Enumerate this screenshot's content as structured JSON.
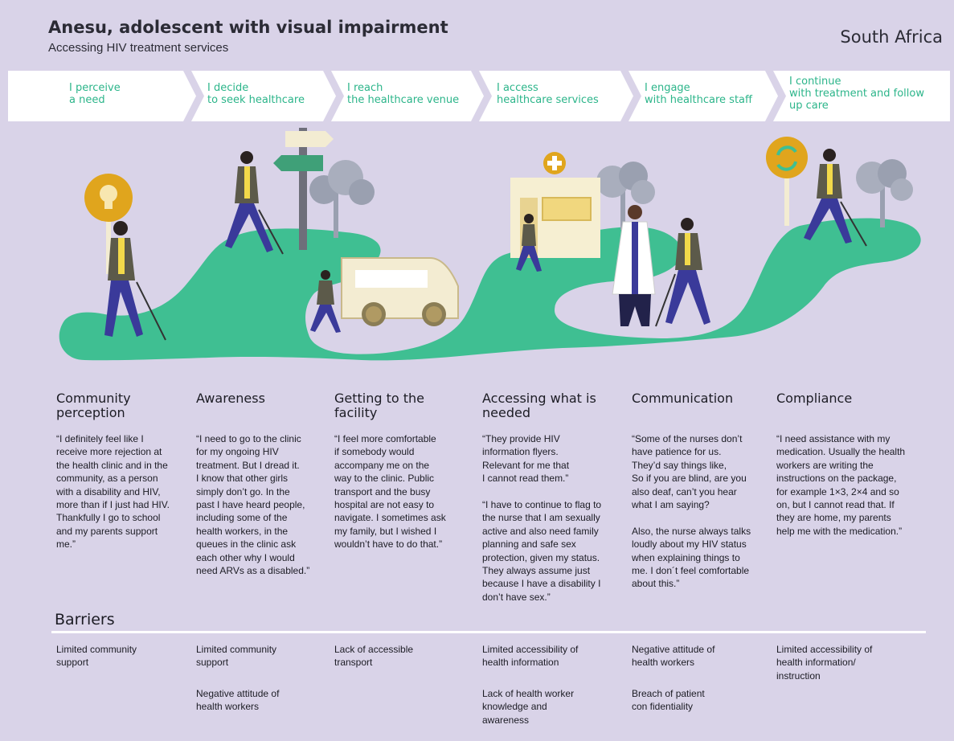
{
  "header": {
    "title": "Anesu, adolescent with visual impairment",
    "subtitle": "Accessing HIV treatment services",
    "country": "South Africa"
  },
  "steps": [
    {
      "line1": "I perceive",
      "line2": "a need"
    },
    {
      "line1": "I decide",
      "line2": "to seek healthcare"
    },
    {
      "line1": "I reach",
      "line2": "the healthcare venue"
    },
    {
      "line1": "I access",
      "line2": "healthcare services"
    },
    {
      "line1": "I engage",
      "line2": "with healthcare staff"
    },
    {
      "line1": "I continue",
      "line2": "with treatment and follow",
      "line3": "up care"
    }
  ],
  "icons": [
    "lightbulb-icon",
    "signpost-icon",
    "medical-cross-icon",
    "refresh-arrows-icon"
  ],
  "colors": {
    "background": "#d9d3e8",
    "path": "#3fbf92",
    "accent": "#2cb58a",
    "sign": "#e0a51d"
  },
  "columns": [
    {
      "heading1": "Community",
      "heading2": "perception",
      "quote": "“I definitely feel like I\nreceive more rejection at\nthe health clinic and in the\ncommunity, as a person\nwith a disability and HIV,\nmore than if I just had HIV.\nThankfully I go to school\nand my parents support\nme.”"
    },
    {
      "heading1": "Awareness",
      "heading2": "",
      "quote": "“I need to go to the clinic\nfor my ongoing HIV\ntreatment. But I dread it.\nI know that other girls\nsimply don’t go. In the\npast I have heard people,\nincluding some of the\nhealth workers, in the\nqueues in the clinic ask\neach other why I would\nneed ARVs as a disabled.”"
    },
    {
      "heading1": "Getting to the",
      "heading2": "facility",
      "quote": "“I feel more comfortable\n if somebody would\naccompany me on the\nway to the clinic. Public\ntransport and the busy\nhospital are not easy to\nnavigate. I sometimes ask\nmy family, but I wished I\nwouldn’t have to do that.”"
    },
    {
      "heading1": "Accessing what is",
      "heading2": "needed",
      "quote": "“They provide HIV\ninformation flyers.\nRelevant for me that\nI cannot read them.”\n\n“I have to continue to flag to\nthe nurse that I am sexually\nactive and also need family\nplanning and safe sex\nprotection, given my status.\nThey always assume just\nbecause I have a disability I\ndon’t have sex.”"
    },
    {
      "heading1": "Communication",
      "heading2": "",
      "quote": "“Some of the nurses don’t\nhave patience for us.\nThey’d say things like,\nSo if you are blind, are you\nalso deaf, can’t you hear\nwhat I am saying?\n\nAlso, the nurse always talks\nloudly about my HIV status\nwhen explaining things to\nme. I don´t feel comfortable\nabout this.”"
    },
    {
      "heading1": "Compliance",
      "heading2": "",
      "quote": "“I need assistance with my\nmedication. Usually the health\nworkers are writing the\ninstructions on the package,\nfor example 1×3, 2×4 and so\non, but I cannot read that. If\nthey are home, my parents\nhelp me with the medication.”"
    }
  ],
  "barriers": {
    "heading": "Barriers",
    "items": [
      [
        "Limited community",
        "support"
      ],
      [
        "Limited community",
        "support"
      ],
      [
        "Negative attitude of",
        "health workers"
      ],
      [
        "Lack of accessible",
        "transport"
      ],
      [
        "Limited accessibility of",
        "health information"
      ],
      [
        "Lack of health worker",
        "knowledge and",
        "awareness"
      ],
      [
        "Negative attitude of",
        "health workers"
      ],
      [
        "Breach of patient",
        "con fidentiality"
      ],
      [
        "Limited accessibility of",
        "health information/",
        "instruction"
      ]
    ]
  }
}
